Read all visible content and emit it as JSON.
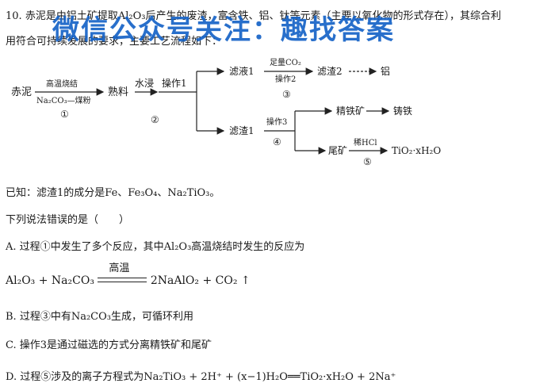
{
  "header": {
    "question_number": "10.",
    "line1": "赤泥是由铝土矿提取Al₂O₃后产生的废渣，富含铁、铝、钛等元素（主要以氧化物的形式存在），其综合利",
    "line2": "用符合可持续发展的要求，主要工艺流程如下："
  },
  "watermark": "微信公众号关注：趣找答案",
  "flowchart": {
    "n_chini": "赤泥",
    "above_1": "高温烧结",
    "below_1": "Na₂CO₃—煤粉",
    "step_1": "①",
    "n_shuliao": "熟料",
    "above_2": "水浸",
    "step_2": "②",
    "n_op1": "操作1",
    "n_lvye1": "滤液1",
    "above_3": "足量CO₂",
    "below_3": "操作2",
    "step_3": "③",
    "n_lvzha2": "滤渣2",
    "n_lv": "铝",
    "n_lvzha1": "滤渣1",
    "above_4": "操作3",
    "step_4": "④",
    "n_jingtiekuang": "精铁矿",
    "n_zhutie": "铸铁",
    "n_weikuang": "尾矿",
    "above_5": "稀HCl",
    "step_5": "⑤",
    "n_product": "TiO₂·xH₂O"
  },
  "known": "已知：滤渣1的成分是Fe、Fe₃O₄、Na₂TiO₃。",
  "question": "下列说法错误的是（　　）",
  "options": {
    "A": "A. 过程①中发生了多个反应，其中Al₂O₃高温烧结时发生的反应为",
    "A_eq_left": "Al₂O₃ + Na₂CO₃",
    "A_eq_cond": "高温",
    "A_eq_right": "2NaAlO₂ + CO₂ ↑",
    "B": "B. 过程③中有Na₂CO₃生成，可循环利用",
    "C": "C. 操作3是通过磁选的方式分离精铁矿和尾矿",
    "D": "D. 过程⑤涉及的离子方程式为Na₂TiO₃ + 2H⁺ + (x−1)H₂O══TiO₂·xH₂O + 2Na⁺"
  }
}
